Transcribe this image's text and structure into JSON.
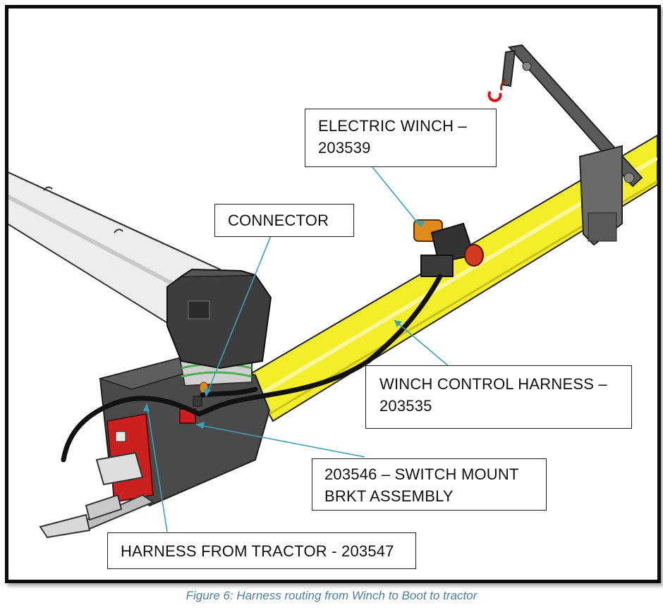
{
  "callouts": {
    "electric_winch": "ELECTRIC WINCH –\n203539",
    "connector": "CONNECTOR",
    "winch_control_harness": "WINCH CONTROL HARNESS –\n203535",
    "switch_mount": "203546 – SWITCH MOUNT\nBRKT ASSEMBLY",
    "harness_from_tractor": "HARNESS FROM TRACTOR - 203547"
  },
  "caption": "Figure 6: Harness routing from Winch to Boot to tractor",
  "colors": {
    "auger_tube": "#f4ee2a",
    "boot": "#4a4a4a",
    "winch_motor": "#e08a1c",
    "switch": "#cc1f1f",
    "leader_line": "#3e9fb8",
    "caption_text": "#4e7f9a"
  }
}
